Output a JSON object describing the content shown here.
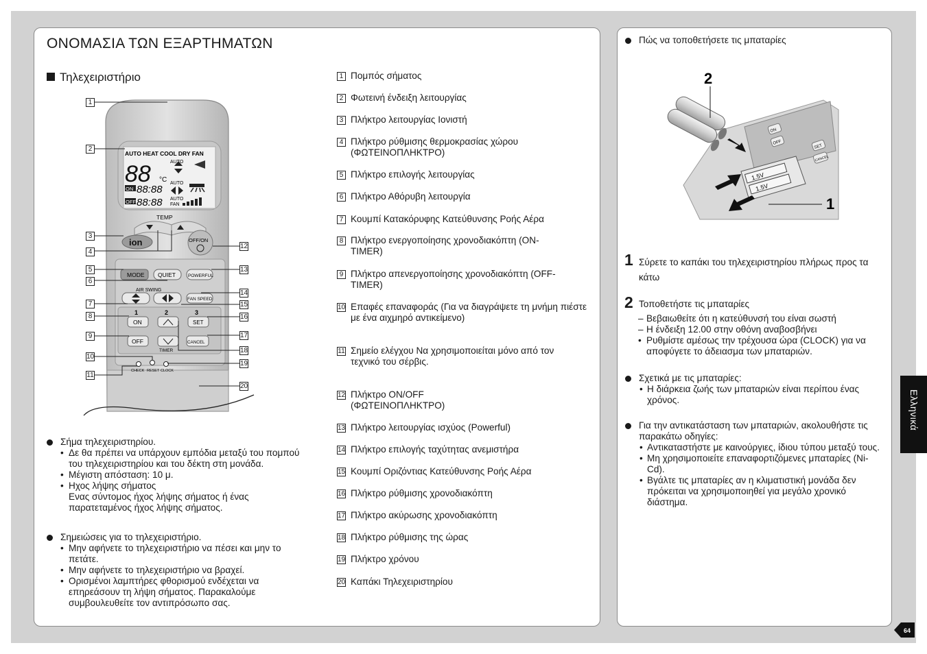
{
  "title": "ΟΝΟΜΑΣΙΑ ΤΩΝ ΕΞΑΡΤΗΜΑΤΩΝ",
  "subtitle": "Τηλεχειριστήριο",
  "remote": {
    "modes": "AUTO HEAT COOL DRY FAN",
    "digits": "88",
    "unit": "°C",
    "on_label": "ON",
    "off_label": "OFF",
    "time": "88:88",
    "auto1": "AUTO",
    "auto2": "AUTO",
    "auto3": "AUTO",
    "fan": "FAN",
    "temp": "TEMP",
    "ion": "ion",
    "offon": "OFF/ON",
    "mode": "MODE",
    "quiet": "QUIET",
    "powerful": "POWERFUL",
    "air_swing": "AIR SWING",
    "fan_speed": "FAN SPEED",
    "on": "ON",
    "off": "OFF",
    "set": "SET",
    "cancel": "CANCEL",
    "timer": "TIMER",
    "step1": "1",
    "step2": "2",
    "step3": "3",
    "check": "CHECK",
    "reset": "RESET",
    "clock": "CLOCK"
  },
  "callouts": [
    "1",
    "2",
    "3",
    "4",
    "5",
    "6",
    "7",
    "8",
    "9",
    "10",
    "11",
    "12",
    "13",
    "14",
    "15",
    "16",
    "17",
    "18",
    "19",
    "20"
  ],
  "notes1": {
    "head": "Σήμα τηλεχειριστηρίου.",
    "items": [
      "Δε θα πρέπει να υπάρχουν εμπόδια μεταξύ του πομπού του τηλεχειριστηρίου και του δέκτη στη μονάδα.",
      "Μέγιστη απόσταση: 10 μ.",
      "Ηχος λήψης σήματος",
      "Ενας σύντομος ήχος λήψης σήματος ή ένας παρατεταμένος ήχος λήψης σήματος."
    ]
  },
  "notes2": {
    "head": "Σημειώσεις για το τηλεχειριστήριο.",
    "items": [
      "Μην αφήνετε το τηλεχειριστήριο να πέσει και μην το πετάτε.",
      "Μην αφήνετε το τηλεχειριστήριο να βραχεί.",
      "Ορισμένοι λαμπτήρες φθορισμού ενδέχεται να επηρεάσουν τη λήψη σήματος. Παρακαλούμε συμβουλευθείτε τον αντιπρόσωπο σας."
    ]
  },
  "parts": [
    {
      "n": "1",
      "t": "Πομπός σήματος"
    },
    {
      "n": "2",
      "t": "Φωτεινή ένδειξη λειτουργίας"
    },
    {
      "n": "3",
      "t": "Πλήκτρο λειτουργίας Ιονιστή"
    },
    {
      "n": "4",
      "t": "Πλήκτρο ρύθμισης θερμοκρασίας χώρου (ΦΩΤΕΙΝΟΠΛΗΚΤΡΟ)"
    },
    {
      "n": "5",
      "t": "Πλήκτρο επιλογής λειτουργίας"
    },
    {
      "n": "6",
      "t": "Πλήκτρο Αθόρυβη λειτουργία"
    },
    {
      "n": "7",
      "t": "Κουμπί Κατακόρυφης Κατεύθυνσης Ροής Αέρα"
    },
    {
      "n": "8",
      "t": "Πλήκτρο ενεργοποίησης χρονοδιακόπτη (ON- TIMER)"
    },
    {
      "n": "9",
      "t": "Πλήκτρο απενεργοποίησης χρονοδιακόπτη (OFF- TIMER)"
    },
    {
      "n": "10",
      "t": "Επαφές επαναφοράς (Για να διαγράψετε τη μνήμη πιέστε με ένα αιχμηρό αντικείμενο)"
    },
    {
      "n": "11",
      "t": "Σημείο ελέγχου Να χρησιμοποιείται μόνο από τον τεχνικό του σέρβις."
    },
    {
      "n": "12",
      "t": "Πλήκτρο ON/OFF (ΦΩΤΕΙΝΟΠΛΗΚΤΡΟ)"
    },
    {
      "n": "13",
      "t": "Πλήκτρο λειτουργίας ισχύος (Powerful)"
    },
    {
      "n": "14",
      "t": "Πλήκτρο επιλογής ταχύτητας ανεμιστήρα"
    },
    {
      "n": "15",
      "t": "Κουμπί Οριζόντιας Κατεύθυνσης Ροής Αέρα"
    },
    {
      "n": "16",
      "t": "Πλήκτρο ρύθμισης χρονοδιακόπτη"
    },
    {
      "n": "17",
      "t": "Πλήκτρο ακύρωσης χρονοδιακόπτη"
    },
    {
      "n": "18",
      "t": "Πλήκτρο ρύθμισης της ώρας"
    },
    {
      "n": "19",
      "t": "Πλήκτρο χρόνου"
    },
    {
      "n": "20",
      "t": "Καπάκι Τηλεχειριστηρίου"
    }
  ],
  "right": {
    "install_head": "Πώς να τοποθετήσετε τις μπαταρίες",
    "fig_label_2": "2",
    "fig_label_1": "1",
    "battery_v": "1.5V",
    "btn_on": "ON",
    "btn_off": "OFF",
    "btn_set": "SET",
    "btn_cancel": "CANCEL",
    "step1_num": "1",
    "step1_text": "Σύρετε το καπάκι του τηλεχειριστηρίου πλήρως προς τα κάτω",
    "step2_num": "2",
    "step2_text": "Τοποθετήστε τις μπαταρίες",
    "step2_items": [
      "Βεβαιωθείτε ότι η κατεύθυνσή του είναι σωστή",
      "Η ένδειξη 12.00 στην οθόνη αναβοσβήνει",
      "Ρυθμίστε αμέσως την τρέχουσα ώρα (CLOCK) για να αποφύγετε το άδειασμα των μπαταριών."
    ],
    "about_head": "Σχετικά με τις μπαταρίες:",
    "about_items": [
      "Η διάρκεια ζωής των μπαταριών είναι περίπου ένας χρόνος."
    ],
    "replace_head": "Για την αντικατάσταση των μπαταριών, ακολουθήστε τις παρακάτω οδηγίες:",
    "replace_items": [
      "Αντικαταστήστε με καινούργιες, ίδιου τύπου μεταξύ τους.",
      "Μη χρησιμοποιείτε επαναφορτιζόμενες μπαταρίες (Ni-Cd).",
      "Βγάλτε τις μπαταρίες αν η κλιματιστική μονάδα δεν πρόκειται να χρησιμοποιηθεί για μεγάλο χρονικό διάστημα."
    ]
  },
  "side_tab": "Ελληνικά",
  "page_number": "64"
}
